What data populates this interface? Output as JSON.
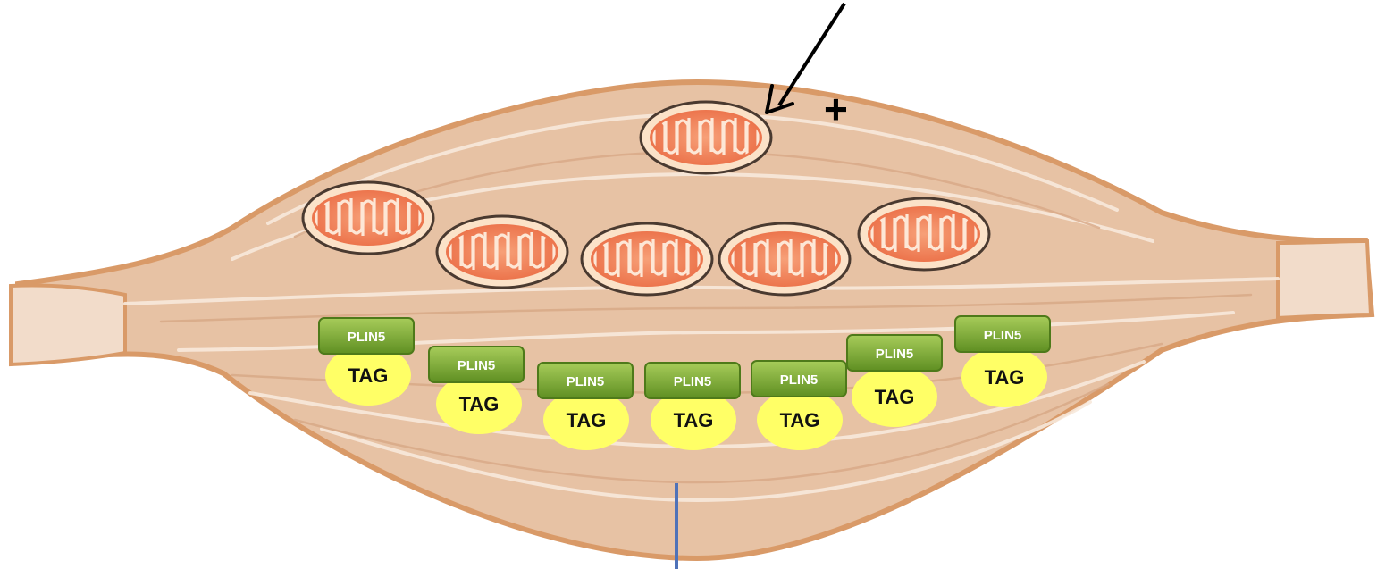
{
  "labels": {
    "plin5": "PLIN5",
    "tag": "TAG",
    "plus": "+"
  },
  "mitochondria_count": 6,
  "lipid_droplet_count": 7,
  "colors": {
    "muscle_fill": "#e7c2a4",
    "muscle_outline": "#d99a68",
    "muscle_stripe": "#f7e6d8",
    "mito_outer": "#fbe2c8",
    "mito_inner": "#f08a60",
    "mito_crista": "#fde7d6",
    "plin5_fill": "#7aa630",
    "plin5_stroke": "#4e7a1a",
    "tag_fill": "#ffff66",
    "arrow": "#000000",
    "line": "#4f72b8"
  }
}
